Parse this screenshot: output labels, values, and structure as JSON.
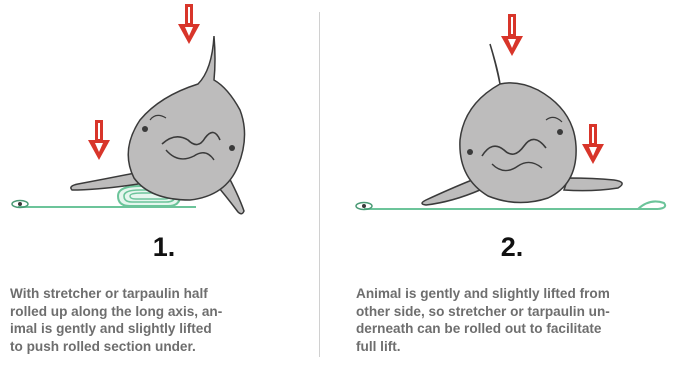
{
  "steps": [
    {
      "number": "1.",
      "caption_lines": [
        "With stretcher or tarpaulin half",
        "rolled up along the long axis, an-",
        "imal is gently and slightly lifted",
        "to push rolled section under."
      ]
    },
    {
      "number": "2.",
      "caption_lines": [
        "Animal is gently and slightly lifted from",
        "other side, so stretcher or tarpaulin un-",
        "derneath can be rolled out to facilitate",
        "full lift."
      ]
    }
  ],
  "colors": {
    "arrow": "#d8352a",
    "body": "#bdbcbc",
    "outline": "#3a3a3a",
    "tarp": "#6cc49a",
    "divider": "#d0d0d0"
  }
}
